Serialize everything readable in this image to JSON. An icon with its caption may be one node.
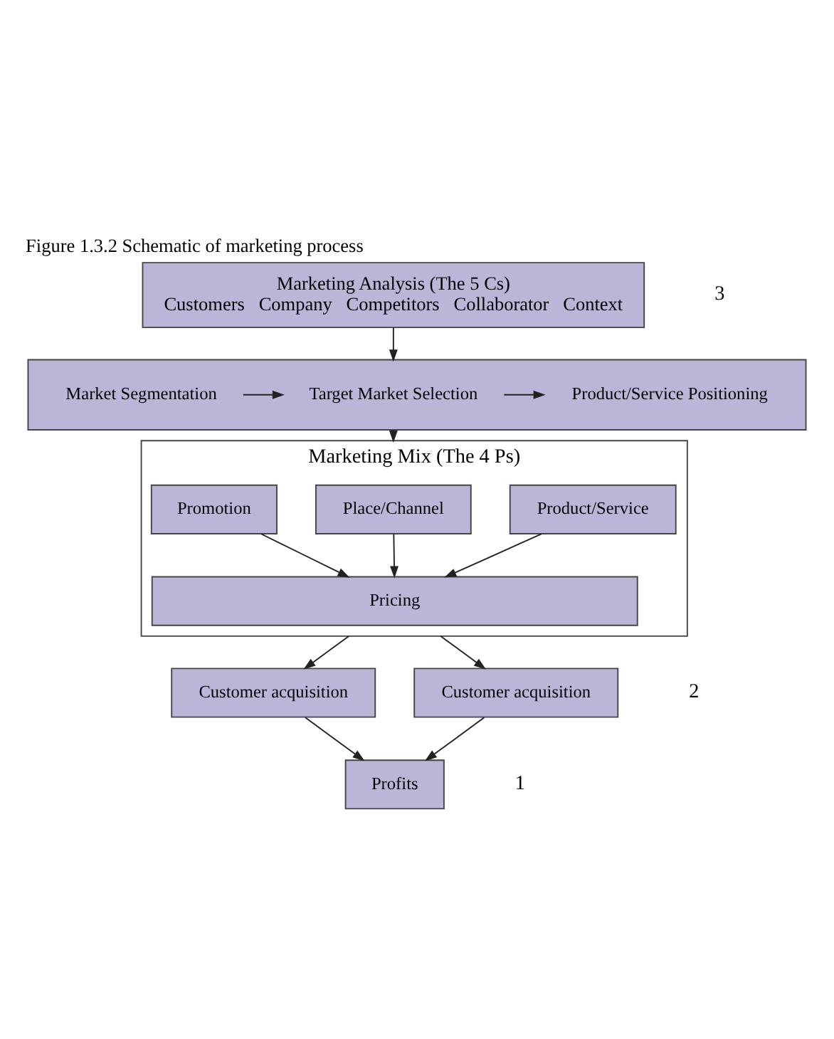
{
  "diagram": {
    "title": "Figure 1.3.2 Schematic of marketing process",
    "nodes": [
      {
        "text": [
          "Marketing Analysis (The 5 Cs)",
          "Customers",
          "Company",
          "Competitors",
          "Collaborator",
          "Context"
        ]
      },
      {
        "text": [],
        "shape": "box"
      },
      {
        "text": [
          "Market Segmentation"
        ],
        "in": 1
      },
      {
        "text": [
          "Target Market Selection"
        ],
        "in": 1
      },
      {
        "text": [
          "Product/Service Positioning"
        ],
        "in": 1
      },
      {
        "text": [
          "Marketing Mix (The 4 Ps)"
        ]
      },
      {
        "text": [
          "Product/Service"
        ],
        "in": 5
      },
      {
        "text": [
          "Place/Channel"
        ],
        "in": 5
      },
      {
        "text": [
          "Promotion"
        ],
        "in": 5
      },
      {
        "text": [
          "Pricing"
        ],
        "in": 5
      },
      {
        "text": [
          "Customer acquisition"
        ]
      },
      {
        "text": [
          "Customer acquisition"
        ]
      },
      {
        "text": [
          "Profits"
        ]
      }
    ],
    "edges": [
      {
        "from": 0,
        "to": 1,
        "arrow": "to"
      },
      {
        "from": 2,
        "to": 3,
        "arrow": "to"
      },
      {
        "from": 3,
        "to": 4,
        "arrow": "to"
      },
      {
        "from": 1,
        "to": 5,
        "arrow": "to"
      },
      {
        "from": 6,
        "to": 9,
        "arrow": "to"
      },
      {
        "from": 7,
        "to": 9,
        "arrow": "to"
      },
      {
        "from": 8,
        "to": 9,
        "arrow": "to"
      },
      {
        "from": 5,
        "to": 10,
        "arrow": "to"
      },
      {
        "from": 5,
        "to": 11,
        "arrow": "to"
      },
      {
        "from": 10,
        "to": 12,
        "arrow": "to"
      },
      {
        "from": 11,
        "to": 12,
        "arrow": "to"
      }
    ],
    "labels": [
      "3",
      "2",
      "1"
    ]
  }
}
